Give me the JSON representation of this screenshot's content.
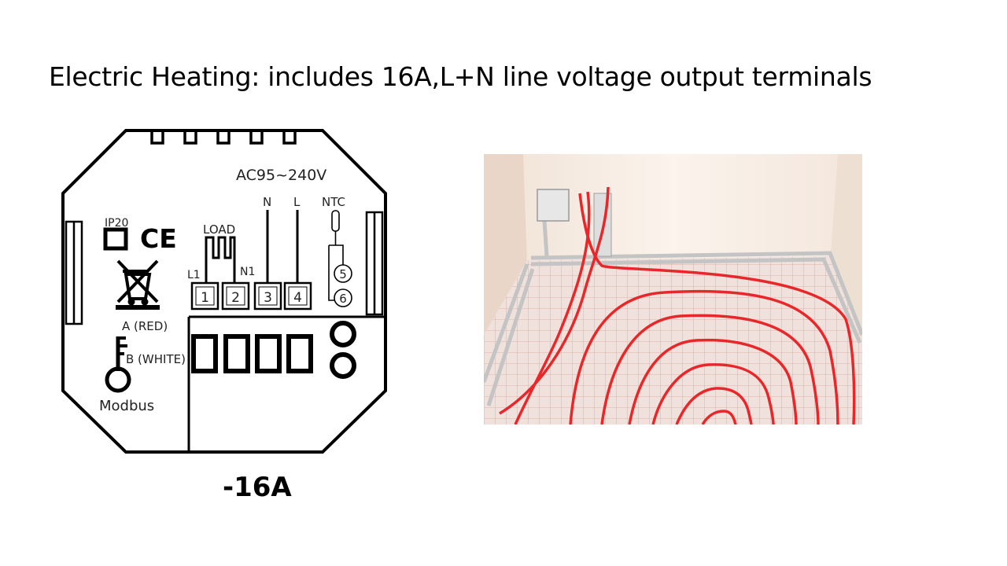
{
  "slide": {
    "title": "Electric Heating: includes 16A,L+N line voltage output terminals",
    "current_rating": "-16A"
  },
  "diagram": {
    "voltage": "AC95~240V",
    "protection": "IP20",
    "ce_mark": "CE",
    "load_label": "LOAD",
    "l1_label": "L1",
    "n1_label": "N1",
    "n_label": "N",
    "l_label": "L",
    "ntc_label": "NTC",
    "terminals": [
      "1",
      "2",
      "3",
      "4"
    ],
    "ntc_terminals": [
      "5",
      "6"
    ],
    "modbus_a": "A (RED)",
    "modbus_b": "B (WHITE)",
    "modbus": "Modbus"
  },
  "colors": {
    "outline": "#000000",
    "heating_cable": "#e8272a",
    "floor_mesh": "#ecd9d4",
    "wall": "#f6ece4",
    "conduit": "#c9c9c9"
  }
}
